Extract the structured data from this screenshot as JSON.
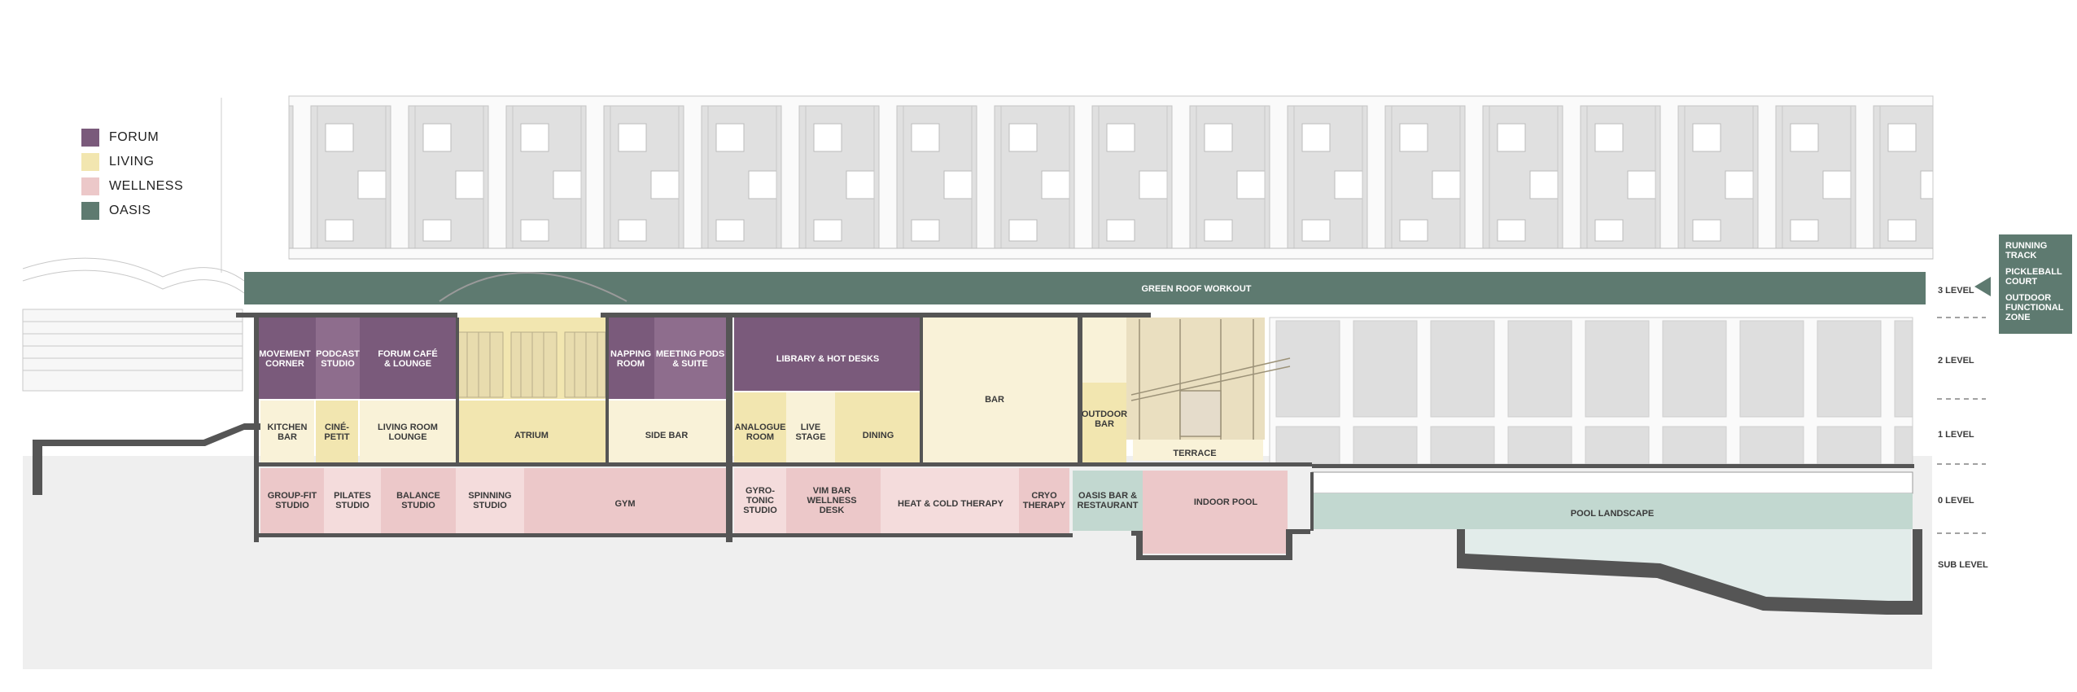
{
  "legend": [
    {
      "label": "FORUM",
      "color": "#7a5a7b"
    },
    {
      "label": "LIVING",
      "color": "#f2e6b0"
    },
    {
      "label": "WELLNESS",
      "color": "#ecc8c9"
    },
    {
      "label": "OASIS",
      "color": "#5e7a70"
    }
  ],
  "colors": {
    "forum_dark": "#7a5a7b",
    "forum_light": "#8e6d8d",
    "living_light": "#f9f2d8",
    "living_mid": "#f2e6b0",
    "wellness": "#ecc8c9",
    "wellness_dark": "#e2b6b7",
    "oasis": "#5e7a70",
    "oasis_light": "#c2d8d0",
    "structure": "#555555",
    "ground": "#eeeeee"
  },
  "levels": {
    "l3": "3 LEVEL",
    "l2": "2 LEVEL",
    "l1": "1 LEVEL",
    "l0": "0 LEVEL",
    "sub": "SUB LEVEL"
  },
  "green_roof": "GREEN ROOF WORKOUT",
  "callout": {
    "items": [
      "RUNNING TRACK",
      "PICKLEBALL COURT",
      "OUTDOOR FUNCTIONAL ZONE"
    ]
  },
  "rooms": {
    "movement_corner": [
      "MOVEMENT",
      "CORNER"
    ],
    "podcast_studio": [
      "PODCAST",
      "STUDIO"
    ],
    "forum_cafe": [
      "FORUM CAFÉ",
      "& LOUNGE"
    ],
    "napping_room": [
      "NAPPING",
      "ROOM"
    ],
    "meeting_pods": [
      "MEETING PODS",
      "& SUITE"
    ],
    "library": [
      "LIBRARY & HOT DESKS"
    ],
    "bar": [
      "BAR"
    ],
    "kitchen_bar": [
      "KITCHEN",
      "BAR"
    ],
    "cine_petit": [
      "CINÉ-",
      "PETIT"
    ],
    "living_room": [
      "LIVING ROOM",
      "LOUNGE"
    ],
    "atrium": [
      "ATRIUM"
    ],
    "side_bar": [
      "SIDE BAR"
    ],
    "analogue_room": [
      "ANALOGUE",
      "ROOM"
    ],
    "live_stage": [
      "LIVE",
      "STAGE"
    ],
    "dining": [
      "DINING"
    ],
    "outdoor_bar": [
      "OUTDOOR",
      "BAR"
    ],
    "terrace": [
      "TERRACE"
    ],
    "group_fit": [
      "GROUP-FIT",
      "STUDIO"
    ],
    "pilates": [
      "PILATES",
      "STUDIO"
    ],
    "balance": [
      "BALANCE",
      "STUDIO"
    ],
    "spinning": [
      "SPINNING",
      "STUDIO"
    ],
    "gym": [
      "GYM"
    ],
    "gyrotonic": [
      "GYRO-",
      "TONIC",
      "STUDIO"
    ],
    "vim_bar": [
      "VIM BAR",
      "WELLNESS",
      "DESK"
    ],
    "heat_cold": [
      "HEAT & COLD THERAPY"
    ],
    "cryo": [
      "CRYO",
      "THERAPY"
    ],
    "oasis_bar": [
      "OASIS BAR &",
      "RESTAURANT"
    ],
    "indoor_pool": [
      "INDOOR POOL"
    ],
    "pool_landscape": [
      "POOL LANDSCAPE"
    ]
  }
}
